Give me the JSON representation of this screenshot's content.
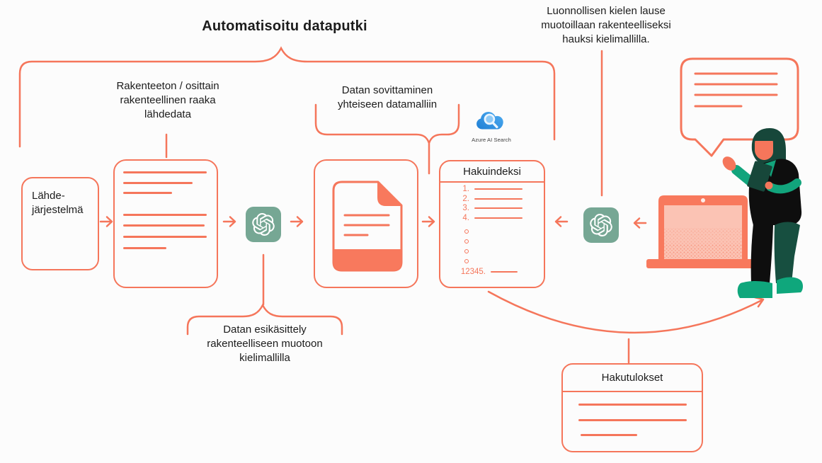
{
  "title": "Automatisoitu dataputki",
  "colors": {
    "accent_orange": "#F5765B",
    "salmon_fill": "#F8795D",
    "screen_pink": "#FBC3B4",
    "openai_sage": "#76A794",
    "teal_dark": "#17473A",
    "green_bright": "#10A77C",
    "azure_blue": "#2B8FE3",
    "text": "#1C1C1C",
    "background": "#FCFCFC"
  },
  "labels": {
    "raw_source": {
      "lines": [
        "Rakenteeton / osittain",
        "rakenteellinen raaka",
        "lähdedata"
      ]
    },
    "data_mapping": {
      "lines": [
        "Datan sovittaminen",
        "yhteiseen datamalliin"
      ]
    },
    "nl_query": {
      "lines": [
        "Luonnollisen kielen lause",
        "muotoillaan rakenteelliseksi",
        "hauksi kielimallilla."
      ]
    },
    "preprocessing": {
      "lines": [
        "Datan esikäsittely",
        "rakenteelliseen muotoon",
        "kielimallilla"
      ]
    }
  },
  "boxes": {
    "source_system": {
      "lines": [
        "Lähde-",
        "järjestelmä"
      ]
    },
    "search_index": {
      "title": "Hakuindeksi",
      "items": [
        "1.",
        "2.",
        "3.",
        "4."
      ],
      "separator_dots": 4,
      "last_item": "12345."
    },
    "search_results": {
      "title": "Hakutulokset"
    }
  },
  "icons": {
    "azure": {
      "label": "Azure AI Search"
    },
    "openai": {
      "name": "OpenAI logo"
    }
  }
}
